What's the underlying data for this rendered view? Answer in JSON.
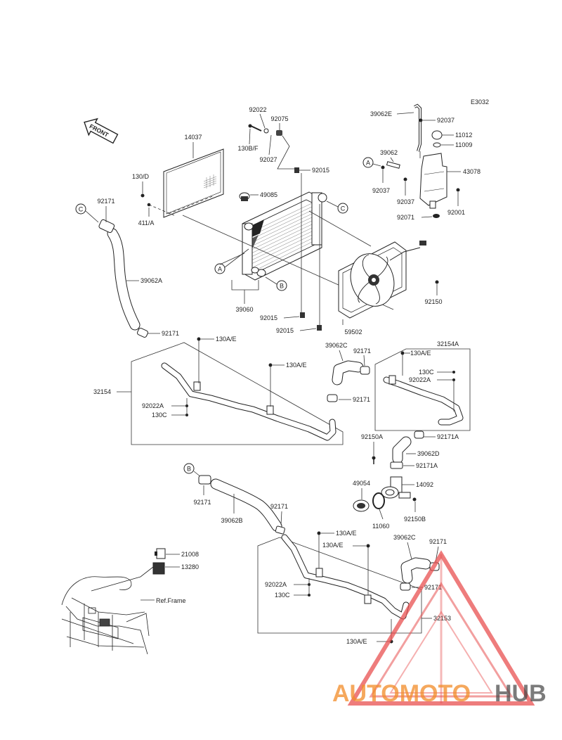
{
  "diagram": {
    "code": "E3032",
    "front_label": "FRONT",
    "callouts": {
      "a": "A",
      "b": "B",
      "c": "C"
    },
    "labels": {
      "p14037": "14037",
      "p130d": "130/D",
      "p411a": "411/A",
      "p92022_top": "92022",
      "p92075": "92075",
      "p130bf": "130B/F",
      "p92027": "92027",
      "p92015_top": "92015",
      "p49085": "49085",
      "p39060": "39060",
      "p92015_mid": "92015",
      "p92015_bot": "92015",
      "p39062e": "39062E",
      "p92037_top": "92037",
      "p11012": "11012",
      "p11009": "11009",
      "p39062": "39062",
      "p43078": "43078",
      "p92037_l": "92037",
      "p92037_r": "92037",
      "p92001": "92001",
      "p92071": "92071",
      "p92150": "92150",
      "p59502": "59502",
      "p92171_top": "92171",
      "p39062a": "39062A",
      "p92171_mid": "92171",
      "p130ae_1": "130A/E",
      "p130ae_2": "130A/E",
      "p32154": "32154",
      "p92022a_1": "92022A",
      "p130c_1": "130C",
      "p39062c_1": "39062C",
      "p92171_c1": "92171",
      "p92171_c2": "92171",
      "p130ae_3": "130A/E",
      "p32154a": "32154A",
      "p130c_2": "130C",
      "p92022a_2": "92022A",
      "p92171a_1": "92171A",
      "p92150a": "92150A",
      "p39062d": "39062D",
      "p92171a_2": "92171A",
      "p49054": "49054",
      "p14092": "14092",
      "p11060": "11060",
      "p92150b": "92150B",
      "p92171_b1": "92171",
      "p39062b": "39062B",
      "p92171_b2": "92171",
      "p130ae_4": "130A/E",
      "p130ae_5": "130A/E",
      "p39062c_2": "39062C",
      "p92171_b3": "92171",
      "p92171_b4": "92171",
      "p92022a_3": "92022A",
      "p130c_3": "130C",
      "p32153": "32153",
      "p130ae_6": "130A/E",
      "p21008": "21008",
      "p13280": "13280",
      "pref": "Ref.Frame"
    },
    "watermark": {
      "text_part1": "AUTOMOTO",
      "text_part2": "HUB",
      "color_primary": "#f28c28",
      "color_secondary": "#444444",
      "triangle_color": "#e85050"
    }
  }
}
